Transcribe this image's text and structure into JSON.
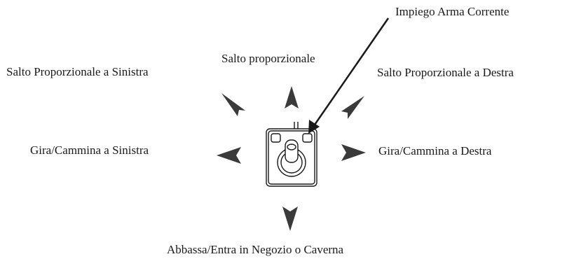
{
  "labels": {
    "fire": "Impiego Arma Corrente",
    "up": "Salto proporzionale",
    "up_left": "Salto Proporzionale a Sinistra",
    "up_right": "Salto Proporzionale a Destra",
    "left": "Gira/Cammina a Sinistra",
    "right": "Gira/Cammina a Destra",
    "down": "Abbassa/Entra in Negozio o Caverna"
  },
  "colors": {
    "ink": "#1a1a1a",
    "arrow_fill": "#3a3a3a",
    "background": "#ffffff"
  },
  "icons": {
    "controller": "joystick-icon"
  }
}
